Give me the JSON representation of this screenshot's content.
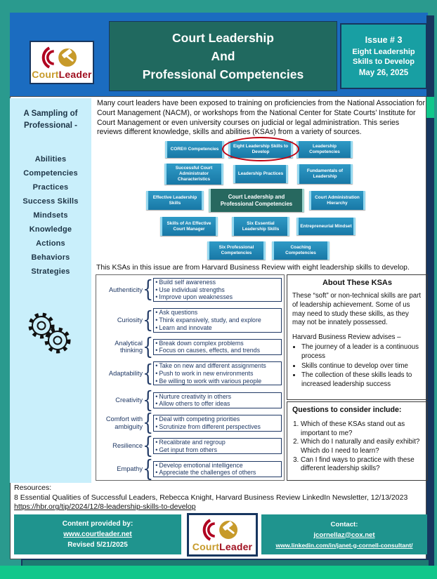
{
  "header": {
    "title_line1": "Court Leadership",
    "title_line2": "And",
    "title_line3": "Professional Competencies",
    "issue_no": "Issue # 3",
    "issue_topic": "Eight Leadership Skills to Develop",
    "issue_date": "May 26, 2025"
  },
  "logo": {
    "part1": "Court",
    "part2": "Leader"
  },
  "sidebar": {
    "heading": "A Sampling of Professional -",
    "items": [
      "Abilities",
      "Competencies",
      "Practices",
      "Success Skills",
      "Mindsets",
      "Knowledge",
      "Actions",
      "Behaviors",
      "Strategies"
    ]
  },
  "intro": "Many court leaders have been exposed to training on proficiencies from the National Association for Court Management (NACM), or workshops from the National Center for State Courts’ Institute for Court Management or even university courses on judicial or legal administration. This series reviews different knowledge, skills and abilities (KSAs) from a variety of sources.",
  "diagram": {
    "row1": [
      "CORE® Competencies",
      "Eight Leadership Skills to Develop",
      "Leadership Competencies"
    ],
    "row2": [
      "Successful Court Administrator Characteristics",
      "Leadership Practices",
      "Fundamentals of Leadership"
    ],
    "row3_left": "Effective Leadership Skills",
    "row3_center": "Court Leadership and Professional Competencies",
    "row3_right": "Court Administration Hierarchy",
    "row4": [
      "Skills of An Effective Court Manager",
      "Six Essential Leadership Skills",
      "Entrepreneurial Mindset"
    ],
    "row5": [
      "Six Professional Competencies",
      "Coaching Competencies"
    ]
  },
  "kicker": "This KSAs in this issue are from Harvard Business Review with eight leadership skills to develop.",
  "ksa": {
    "rows": [
      {
        "label": "Authenticity",
        "bullets": [
          "Build self awareness",
          "Use individual strengths",
          "Improve upon weaknesses"
        ]
      },
      {
        "label": "Curiosity",
        "bullets": [
          "Ask questions",
          "Think expansively, study, and explore",
          "Learn and innovate"
        ]
      },
      {
        "label": "Analytical thinking",
        "bullets": [
          "Break down complex problems",
          "Focus on causes, effects, and trends"
        ]
      },
      {
        "label": "Adaptability",
        "bullets": [
          "Take on new and different assignments",
          "Push to work in new environments",
          "Be willing to work with various people"
        ]
      },
      {
        "label": "Creativity",
        "bullets": [
          "Nurture creativity in others",
          "Allow others to offer ideas"
        ]
      },
      {
        "label": "Comfort with ambiguity",
        "bullets": [
          "Deal with competing priorities",
          "Scrutinize from different perspectives"
        ]
      },
      {
        "label": "Resilience",
        "bullets": [
          "Recalibrate and regroup",
          "Get input from others"
        ]
      },
      {
        "label": "Empathy",
        "bullets": [
          "Develop emotional intelligence",
          "Appreciate the challenges of others"
        ]
      }
    ]
  },
  "about": {
    "title": "About These KSAs",
    "para1": "These “soft” or non-technical skills are part of leadership achievement. Some of us may need to study these skills, as they may not be innately possessed.",
    "para2": "Harvard Business Review advises –",
    "bullets": [
      "The journey of a leader is a continuous process",
      "Skills continue to develop over time",
      "The collection of these skills leads to increased leadership success"
    ]
  },
  "questions": {
    "title": "Questions to consider include:",
    "items": [
      "Which of these KSAs stand out as important to me?",
      "Which do I naturally and easily exhibit? Which do I need to learn?",
      "Can I find ways to practice with these different leadership skills?"
    ]
  },
  "resources": {
    "label": "Resources:",
    "line": "8 Essential Qualities of Successful Leaders, Rebecca Knight, Harvard Business Review LinkedIn Newsletter, 12/13/2023",
    "url": "https://hbr.org/tip/2024/12/8-leadership-skills-to-develop"
  },
  "footer": {
    "provided_label": "Content provided by:",
    "provided_url": "www.courtleader.net",
    "revised": "Revised 5/21/2025",
    "contact_label": "Contact:",
    "contact_email": "jcornellaz@cox.net",
    "contact_linkedin": "www.linkedin.com/in/janet-g-cornell-consultant/"
  },
  "icons": {
    "gears": "gears-icon",
    "gavel": "gavel-icon",
    "sound_arcs": "sound-arcs-icon",
    "brace": "curly-brace-icon",
    "highlight": "red-ellipse-icon"
  },
  "colors": {
    "teal_frame": "#2a9a8e",
    "band_blue": "#1b6cc0",
    "header_teal": "#20695f",
    "issue_teal": "#189fa3",
    "navy": "#17365f",
    "box_blue": "#1d84b4",
    "box_bevel": "#96d9f0",
    "center_teal": "#27685f",
    "sidebar_blue": "#c9effb",
    "table_navy": "#1f3864",
    "footer_teal": "#1f948e",
    "green": "#11c78b",
    "red_highlight": "#c00010",
    "brand_gold": "#c79a2a",
    "brand_red": "#a01020"
  }
}
